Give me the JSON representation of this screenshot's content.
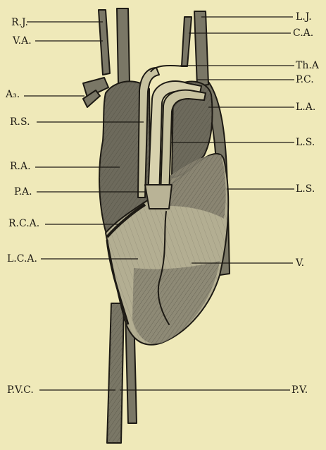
{
  "labels": {
    "left": {
      "rj": "R.J.",
      "va": "V.A.",
      "a3": "A₃.",
      "rs": "R.S.",
      "ra": "R.A.",
      "pa": "P.A.",
      "rca": "R.C.A.",
      "lca": "L.C.A.",
      "pvc": "P.V.C."
    },
    "right": {
      "lj": "L.J.",
      "ca": "C.A.",
      "tha": "Th.A",
      "pc": "P.C.",
      "la": "L.A.",
      "ls1": "L.S.",
      "ls2": "L.S.",
      "v": "V.",
      "pv": "P.V."
    }
  },
  "colors": {
    "paper": "#efe9b9",
    "ink": "#1d1a14"
  }
}
